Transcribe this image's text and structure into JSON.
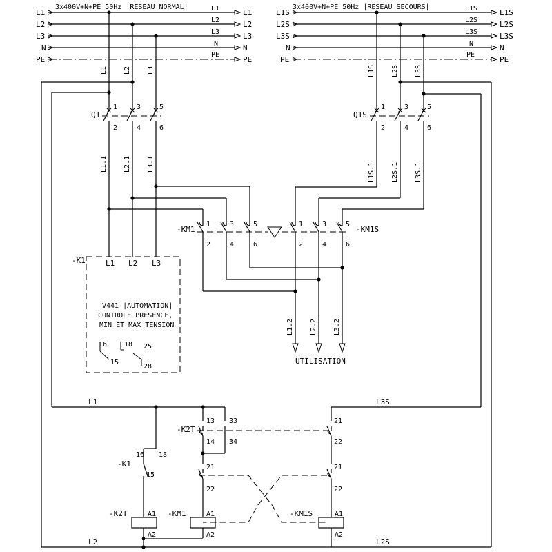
{
  "source_normal": {
    "header": "3x400V+N+PE 50Hz |RESEAU NORMAL|",
    "lines": [
      "L1",
      "L2",
      "L3",
      "N",
      "PE"
    ],
    "drops": [
      "L1",
      "L2",
      "L3"
    ]
  },
  "source_secours": {
    "header": "3x400V+N+PE 50Hz |RESEAU SECOURS|",
    "lines": [
      "L1S",
      "L2S",
      "L3S",
      "N",
      "PE"
    ],
    "drops": [
      "L1S",
      "L2S",
      "L3S"
    ]
  },
  "q1": {
    "tag": "Q1",
    "top_terminals": [
      "1",
      "3",
      "5"
    ],
    "bottom_terminals": [
      "2",
      "4",
      "6"
    ],
    "out_labels": [
      "L1.1",
      "L2.1",
      "L3.1"
    ]
  },
  "q1s": {
    "tag": "Q1S",
    "top_terminals": [
      "1",
      "3",
      "5"
    ],
    "bottom_terminals": [
      "2",
      "4",
      "6"
    ],
    "out_labels": [
      "L1S.1",
      "L2S.1",
      "L3S.1"
    ]
  },
  "km1": {
    "tag": "-KM1",
    "top_terminals": [
      "1",
      "3",
      "5"
    ],
    "bottom_terminals": [
      "2",
      "4",
      "6"
    ]
  },
  "km1s": {
    "tag": "-KM1S",
    "top_terminals": [
      "1",
      "3",
      "5"
    ],
    "bottom_terminals": [
      "2",
      "4",
      "6"
    ]
  },
  "output": {
    "labels": [
      "L1.2",
      "L2.2",
      "L3.2"
    ],
    "title": "UTILISATION"
  },
  "k1_module": {
    "tag": "-K1",
    "inputs": [
      "L1",
      "L2",
      "L3"
    ],
    "desc": [
      "V441 |AUTOMATION|",
      "CONTROLE PRESENCE,",
      "MIN ET MAX TENSION"
    ],
    "contacts": [
      "16",
      "18",
      "25",
      "15",
      "28"
    ]
  },
  "control": {
    "bus_left": "L1",
    "bus_right": "L3S",
    "bus_bottom_left": "L2",
    "bus_bottom_right": "L2S",
    "k2t_contact": {
      "tag": "-K2T",
      "terms": [
        "13",
        "33",
        "14",
        "34"
      ]
    },
    "km1s_no": {
      "terms": [
        "21",
        "22"
      ]
    },
    "k1_contact": {
      "tag": "-K1",
      "terms": [
        "16",
        "18",
        "15"
      ]
    },
    "km1_nc": {
      "terms": [
        "21",
        "22"
      ]
    },
    "km1s_nc": {
      "terms": [
        "21",
        "22"
      ]
    },
    "coils": [
      {
        "tag": "-K2T",
        "a1": "A1",
        "a2": "A2"
      },
      {
        "tag": "-KM1",
        "a1": "A1",
        "a2": "A2"
      },
      {
        "tag": "-KM1S",
        "a1": "A1",
        "a2": "A2"
      }
    ]
  }
}
